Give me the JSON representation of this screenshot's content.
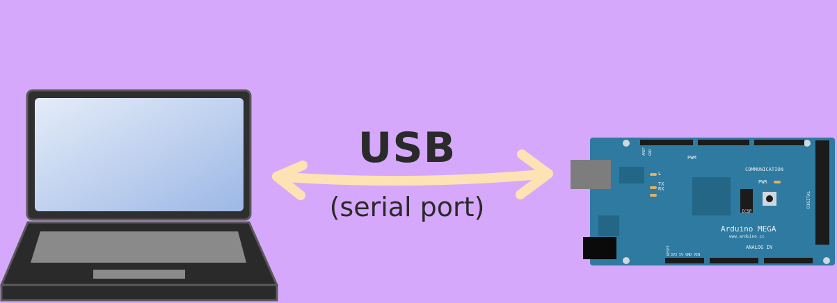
{
  "connection": {
    "title": "USB",
    "subtitle": "(serial port)"
  },
  "board": {
    "name": "Arduino MEGA",
    "url": "www.arduino.cc",
    "labels": {
      "pwm": "PWM",
      "communication": "COMMUNICATION",
      "digital": "DIGITAL",
      "analog_in": "ANALOG IN",
      "pwr": "PWR",
      "icsp": "ICSP",
      "led_l": "L",
      "tx": "TX",
      "rx": "RX",
      "aref": "AREF",
      "gnd": "GND",
      "reset": "RESET",
      "power_pins": "3V3  5V GND VIN"
    }
  },
  "colors": {
    "background": "#d6a8fc",
    "arrow": "#fde2b4",
    "board": "#2e7aa0",
    "text": "#2a2a2a"
  }
}
